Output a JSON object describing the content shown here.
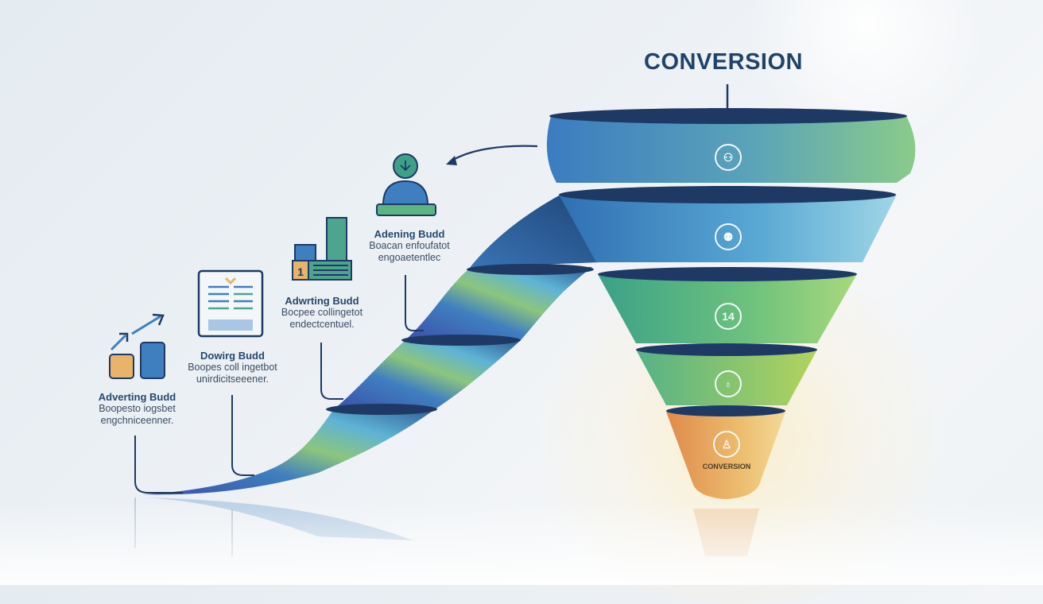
{
  "title": "CONVERSION",
  "stage_labels": [
    {
      "heading": "Adening Budd",
      "line1": "Boacan enfoufatot",
      "line2": "engoaetentlec"
    },
    {
      "heading": "Adwrting Budd",
      "line1": "Bocpee collingetot",
      "line2": "endectcentuel."
    },
    {
      "heading": "Dowirg Budd",
      "line1": "Boopes coll ingetbot",
      "line2": "unirdicitseeener."
    },
    {
      "heading": "Adverting Budd",
      "line1": "Boopesto iogsbet",
      "line2": "engchniceenner."
    }
  ],
  "funnel_badges": [
    "⚇",
    "⚉",
    "14",
    "♁",
    "♙"
  ],
  "bottom_label": "CONVERSION",
  "colors": {
    "title": "#21436a",
    "navy": "#1e3a64",
    "blue": "#3f7fbd",
    "teal": "#4fa8c8",
    "green": "#7cc27a",
    "orange": "#e69a52"
  },
  "icons": [
    "person-at-desk-icon",
    "bar-chart-icon",
    "document-icon",
    "growth-arrows-icon"
  ]
}
